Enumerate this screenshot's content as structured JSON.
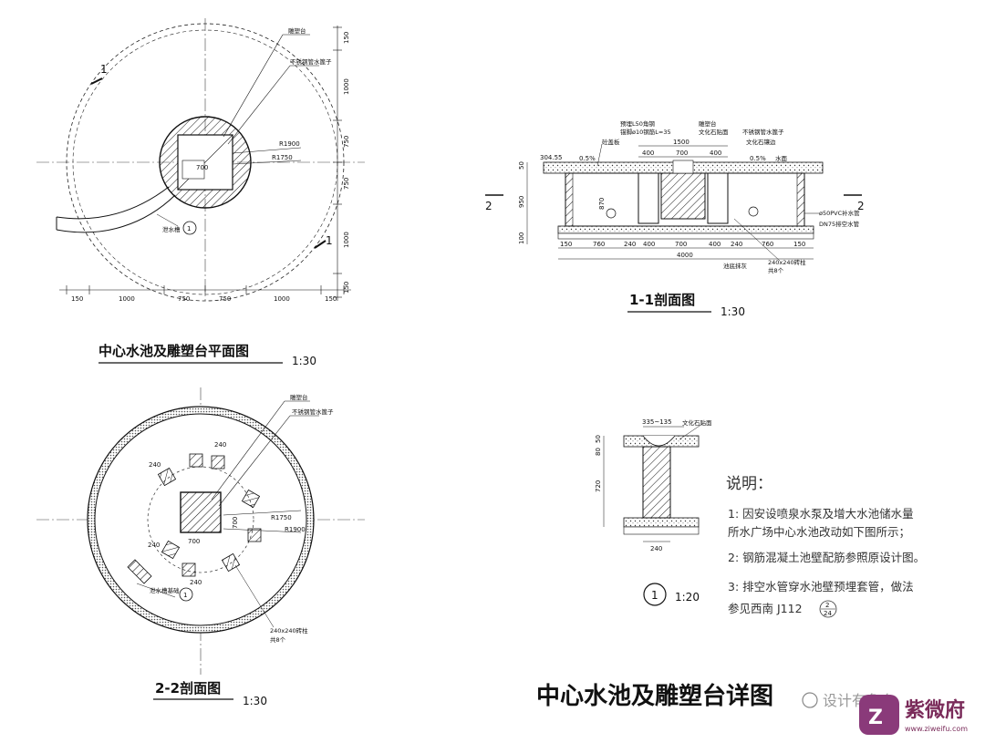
{
  "plan": {
    "title": "中心水池及雕塑台平面图",
    "scale": "1:30",
    "section_mark": "1",
    "label_statue": "雕塑台",
    "label_screen": "不锈钢管水篦子",
    "label_drain": "泄水槽",
    "r_outer": "R1900",
    "r_inner": "R1750",
    "dim_700": "700",
    "dims_bottom": [
      "150",
      "1000",
      "750",
      "750",
      "1000",
      "150"
    ],
    "dims_right": [
      "150",
      "1000",
      "750",
      "750",
      "1000",
      "150"
    ]
  },
  "section11": {
    "title": "1-1剖面图",
    "scale": "1:30",
    "mark": "2",
    "labels": {
      "cover": "砼盖板",
      "steel": "预埋L50角钢",
      "bolt": "锚脚ø10钢筋L=35",
      "statue": "雕塑台",
      "stone_face": "文化石贴面",
      "screen": "不锈钢管水篦子",
      "edge": "文化石镶边",
      "water": "水面",
      "slope": "0.5%",
      "pvc": "ø50PVC补水管",
      "dn75": "DN75排空水管",
      "base": "池底抹灰",
      "column": "240x240砖柱",
      "count": "共8个"
    },
    "dims_top": [
      "400",
      "700",
      "400"
    ],
    "dim_1500": "1500",
    "dim_30455": "304.55",
    "dims_left": [
      "50",
      "950",
      "100"
    ],
    "dim_870": "870",
    "dims_bottom": [
      "150",
      "760",
      "240",
      "400",
      "700",
      "400",
      "240",
      "760",
      "150"
    ],
    "dim_total": "4000"
  },
  "section22": {
    "title": "2-2剖面图",
    "scale": "1:30",
    "label_statue": "雕塑台",
    "label_screen": "不锈钢管水篦子",
    "label_drain": "泄水槽基础",
    "label_column": "240x240砖柱",
    "label_count": "共8个",
    "r_outer": "R1900",
    "r_inner": "R1750",
    "dim_700": "700",
    "dim_240": "240"
  },
  "detail1": {
    "mark": "1",
    "scale": "1:20",
    "top_dim": "335~135",
    "label_stone": "文化石贴面",
    "dims_left": [
      "50",
      "80",
      "720"
    ],
    "dim_bottom": "240"
  },
  "notes": {
    "heading": "说明：",
    "lines": [
      "1: 因安设喷泉水泵及增大水池储水量",
      "所水广场中心水池改动如下图所示；",
      "2: 钢筋混凝土池壁配筋参照原设计图。",
      "3: 排空水管穿水池壁预埋套管，做法",
      "参见西南 J112"
    ],
    "badge_top": "2",
    "badge_bottom": "24"
  },
  "main_title": "中心水池及雕塑台详图",
  "watermark": {
    "text": "设计有象台",
    "brand": "紫微府",
    "url": "www.ziweifu.com"
  }
}
